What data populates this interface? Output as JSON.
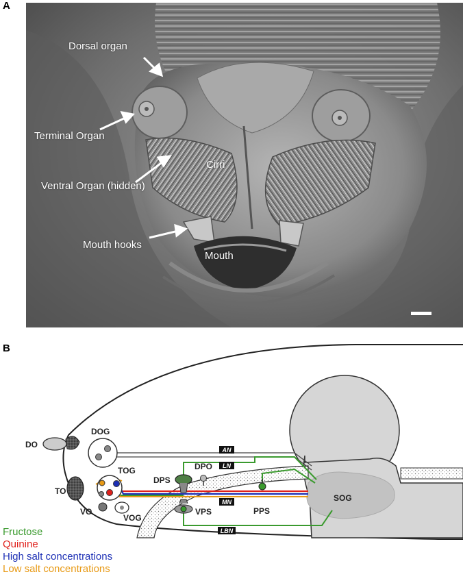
{
  "panel_a": {
    "label": "A",
    "annotations": {
      "dorsal_organ": "Dorsal organ",
      "terminal_organ": "Terminal Organ",
      "ventral_organ": "Ventral Organ (hidden)",
      "cirri": "Cirri",
      "mouth_hooks": "Mouth hooks",
      "mouth": "Mouth"
    }
  },
  "panel_b": {
    "label": "B",
    "structures": {
      "do": "DO",
      "dog": "DOG",
      "to": "TO",
      "tog": "TOG",
      "vo": "VO",
      "vog": "VOG",
      "dps": "DPS",
      "dpo": "DPO",
      "vps": "VPS",
      "pps": "PPS",
      "sog": "SOG"
    },
    "nerves": {
      "an": "AN",
      "ln": "LN",
      "mn": "MN",
      "lbn": "LBN"
    },
    "legend": [
      {
        "label": "Fructose",
        "color": "#3a9a2e"
      },
      {
        "label": "Quinine",
        "color": "#e0201b"
      },
      {
        "label": "High salt concentrations",
        "color": "#1c2fb5"
      },
      {
        "label": "Low salt concentrations",
        "color": "#e89a16"
      }
    ]
  }
}
